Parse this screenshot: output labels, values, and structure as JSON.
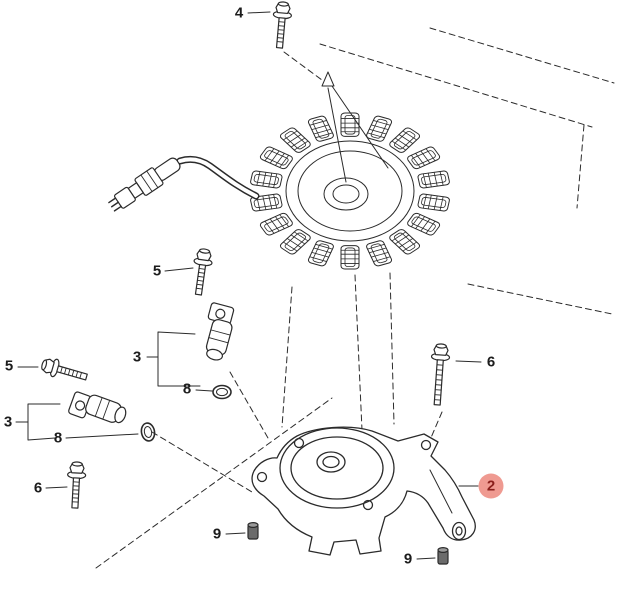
{
  "diagram": {
    "type": "exploded-parts-diagram",
    "background": "#ffffff",
    "line_color": "#2b2b2b",
    "highlight_fill": "#ef9a91",
    "highlight_text_color": "#8a1f1b",
    "callouts": [
      {
        "label": "4"
      },
      {
        "label": "5"
      },
      {
        "label": "3"
      },
      {
        "label": "8"
      },
      {
        "label": "5"
      },
      {
        "label": "3"
      },
      {
        "label": "8"
      },
      {
        "label": "6"
      },
      {
        "label": "6"
      },
      {
        "label": "2",
        "highlighted": true
      },
      {
        "label": "9"
      },
      {
        "label": "9"
      }
    ]
  }
}
